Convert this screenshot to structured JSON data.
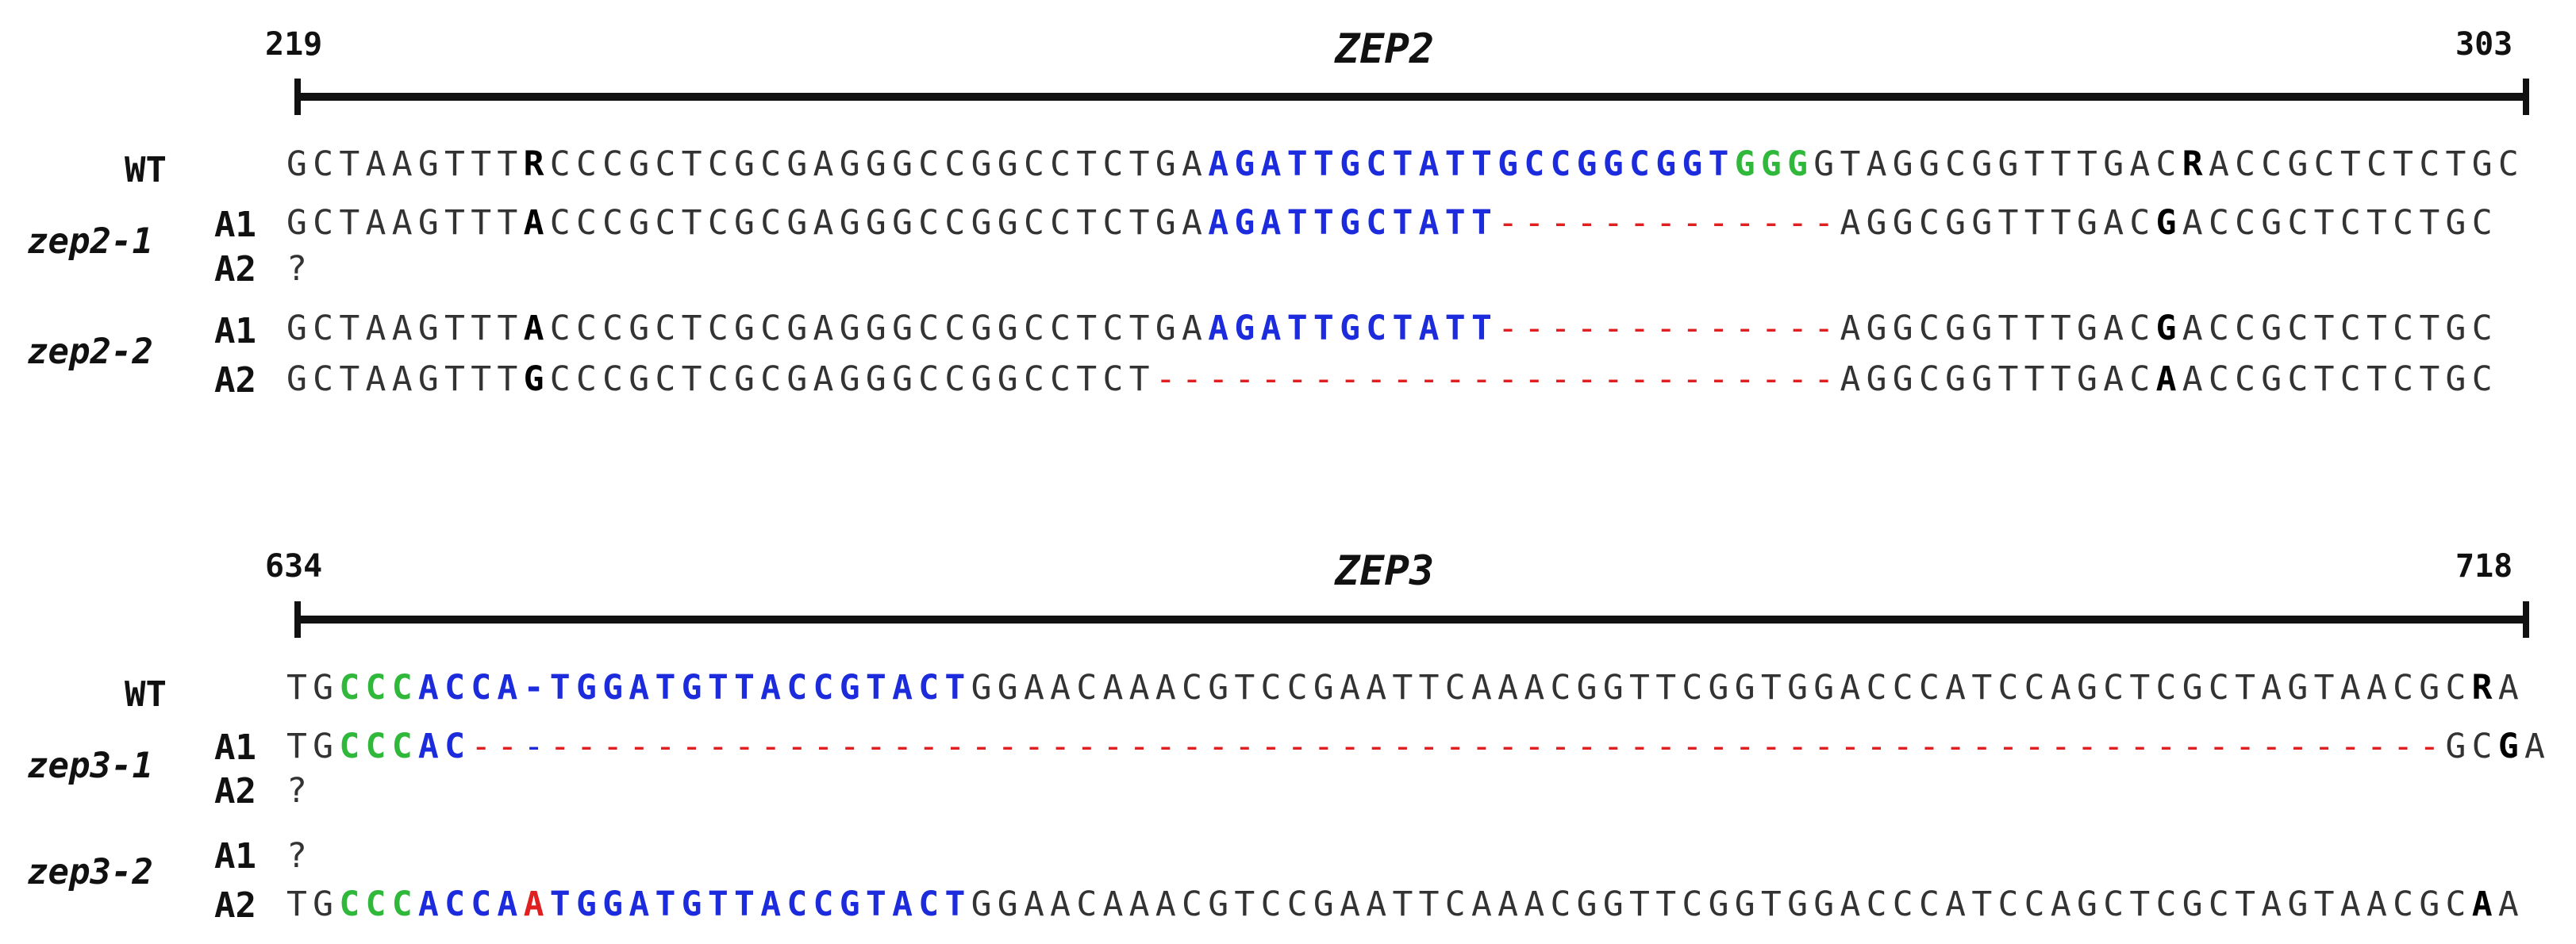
{
  "zep2": {
    "start": "219",
    "end": "303",
    "gene": "ZEP2",
    "rows": [
      {
        "id": "zep2-wt",
        "label": "WT",
        "mutant": "",
        "allele": "",
        "segments": [
          {
            "t": "GCTAAGTTT",
            "c": "base"
          },
          {
            "t": "R",
            "c": "bold"
          },
          {
            "t": "CCCGCTCGCGAGGGCCGGCCTCTGA",
            "c": "base"
          },
          {
            "t": "AGATTGCTATTGCCGGCGGT",
            "c": "blue"
          },
          {
            "t": "GGG",
            "c": "green"
          },
          {
            "t": "GTAGGCGGTTTGAC",
            "c": "base"
          },
          {
            "t": "R",
            "c": "bold"
          },
          {
            "t": "ACCGCTCTCTGC",
            "c": "base"
          }
        ]
      },
      {
        "id": "zep2-1-a1",
        "label": "",
        "mutant": "zep2-1",
        "allele": "A1",
        "segments": [
          {
            "t": "GCTAAGTTT",
            "c": "base"
          },
          {
            "t": "A",
            "c": "bold"
          },
          {
            "t": "CCCGCTCGCGAGGGCCGGCCTCTGA",
            "c": "base"
          },
          {
            "t": "AGATTGCTATT",
            "c": "blue"
          },
          {
            "t": "-------------",
            "c": "gap"
          },
          {
            "t": "AGGCGGTTTGAC",
            "c": "base"
          },
          {
            "t": "G",
            "c": "bold"
          },
          {
            "t": "ACCGCTCTCTGC",
            "c": "base"
          }
        ]
      },
      {
        "id": "zep2-1-a2",
        "label": "",
        "mutant": "",
        "allele": "A2",
        "segments": [
          {
            "t": "?",
            "c": "base"
          }
        ]
      },
      {
        "id": "zep2-2-a1",
        "label": "",
        "mutant": "zep2-2",
        "allele": "A1",
        "segments": [
          {
            "t": "GCTAAGTTT",
            "c": "base"
          },
          {
            "t": "A",
            "c": "bold"
          },
          {
            "t": "CCCGCTCGCGAGGGCCGGCCTCTGA",
            "c": "base"
          },
          {
            "t": "AGATTGCTATT",
            "c": "blue"
          },
          {
            "t": "-------------",
            "c": "gap"
          },
          {
            "t": "AGGCGGTTTGAC",
            "c": "base"
          },
          {
            "t": "G",
            "c": "bold"
          },
          {
            "t": "ACCGCTCTCTGC",
            "c": "base"
          }
        ]
      },
      {
        "id": "zep2-2-a2",
        "label": "",
        "mutant": "",
        "allele": "A2",
        "segments": [
          {
            "t": "GCTAAGTTT",
            "c": "base"
          },
          {
            "t": "G",
            "c": "bold"
          },
          {
            "t": "CCCGCTCGCGAGGGCCGGCCTCT",
            "c": "base"
          },
          {
            "t": "--------------------------",
            "c": "gap"
          },
          {
            "t": "AGGCGGTTTGAC",
            "c": "base"
          },
          {
            "t": "A",
            "c": "bold"
          },
          {
            "t": "ACCGCTCTCTGC",
            "c": "base"
          }
        ]
      }
    ]
  },
  "zep3": {
    "start": "634",
    "end": "718",
    "gene": "ZEP3",
    "rows": [
      {
        "id": "zep3-wt",
        "label": "WT",
        "mutant": "",
        "allele": "",
        "segments": [
          {
            "t": "TG",
            "c": "base"
          },
          {
            "t": "CCC",
            "c": "green"
          },
          {
            "t": "ACCA-TGGATGTTACCGTACT",
            "c": "blue"
          },
          {
            "t": "GGAACAAACGTCCGAATTCAAACGGTTCGGTGGACCCATCCAGCTCGCTAGTAACGC",
            "c": "base"
          },
          {
            "t": "R",
            "c": "bold"
          },
          {
            "t": "A",
            "c": "base"
          }
        ]
      },
      {
        "id": "zep3-1-a1",
        "label": "",
        "mutant": "zep3-1",
        "allele": "A1",
        "segments": [
          {
            "t": "TG",
            "c": "base"
          },
          {
            "t": "CCC",
            "c": "green"
          },
          {
            "t": "AC",
            "c": "blue"
          },
          {
            "t": "--",
            "c": "gap"
          },
          {
            "t": "-",
            "c": "bluegap"
          },
          {
            "t": "------------------------------------------------------------------------",
            "c": "gap"
          },
          {
            "t": "GC",
            "c": "base"
          },
          {
            "t": "G",
            "c": "bold"
          },
          {
            "t": "A",
            "c": "base"
          }
        ]
      },
      {
        "id": "zep3-1-a2",
        "label": "",
        "mutant": "",
        "allele": "A2",
        "segments": [
          {
            "t": "?",
            "c": "base"
          }
        ]
      },
      {
        "id": "zep3-2-a1",
        "label": "",
        "mutant": "zep3-2",
        "allele": "A1",
        "segments": [
          {
            "t": "?",
            "c": "base"
          }
        ]
      },
      {
        "id": "zep3-2-a2",
        "label": "",
        "mutant": "",
        "allele": "A2",
        "segments": [
          {
            "t": "TG",
            "c": "base"
          },
          {
            "t": "CCC",
            "c": "green"
          },
          {
            "t": "ACCA",
            "c": "blue"
          },
          {
            "t": "A",
            "c": "red"
          },
          {
            "t": "TGGATGTTACCGTACT",
            "c": "blue"
          },
          {
            "t": "GGAACAAACGTCCGAATTCAAACGGTTCGGTGGACCCATCCAGCTCGCTAGTAACGC",
            "c": "base"
          },
          {
            "t": "A",
            "c": "bold"
          },
          {
            "t": "A",
            "c": "base"
          }
        ]
      }
    ]
  },
  "colors": {
    "sgrna": "#1c2bdc",
    "pam": "#2fb83a",
    "deletion": "#e02020",
    "insertion": "#e02020",
    "base": "#333333"
  }
}
